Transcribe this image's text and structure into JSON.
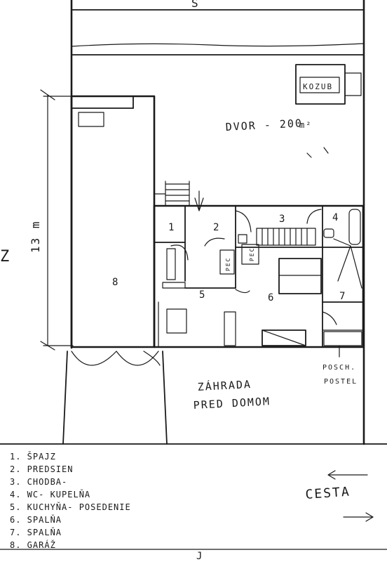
{
  "plan": {
    "north_marker": "S",
    "south_marker": "J",
    "fireplace": "KOZUB",
    "yard": "DVOR - 200",
    "yard_unit": "m²",
    "dimension": "13 m",
    "side_marker": "Z",
    "rooms": [
      {
        "num": "1"
      },
      {
        "num": "2"
      },
      {
        "num": "3"
      },
      {
        "num": "4"
      },
      {
        "num": "5"
      },
      {
        "num": "6"
      },
      {
        "num": "7"
      },
      {
        "num": "8"
      }
    ],
    "stove_1": "PEC",
    "stove_2": "PEC",
    "bunk_bed_line1": "POSCH.",
    "bunk_bed_line2": "POSTEL",
    "front_garden_line1": "ZÁHRADA",
    "front_garden_line2": "PRED DOMOM",
    "road": "CESTA"
  },
  "legend": [
    "1. ŠPAJZ",
    "2. PREDSIEN",
    "3. CHODBA-",
    "4. WC- KUPELŇA",
    "5. KUCHYŇA- POSEDENIE",
    "6. SPALŇA",
    "7. SPALŇA",
    "8. GARÁŽ"
  ]
}
